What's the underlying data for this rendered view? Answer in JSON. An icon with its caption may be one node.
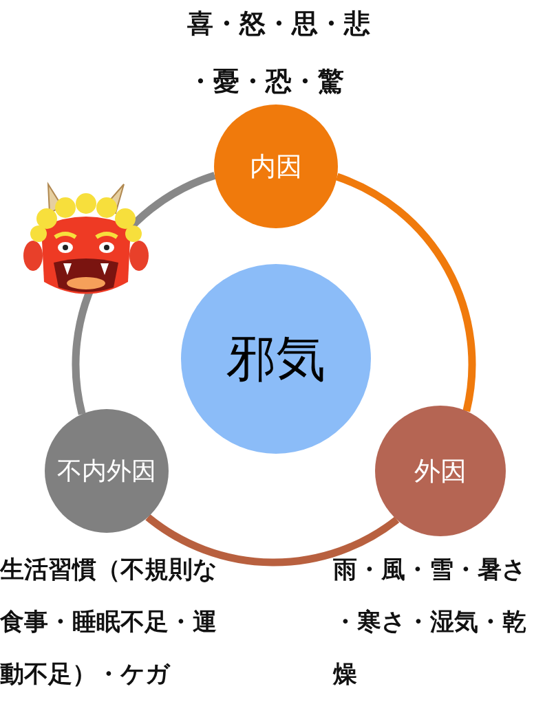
{
  "diagram": {
    "nodes": [
      {
        "text": [
          "内因"
        ],
        "beside": [
          "喜・怒・思・悲・憂・恐・驚"
        ]
      },
      {
        "text": [
          "邪気"
        ]
      },
      {
        "text": [
          "不内外因"
        ],
        "beside": [
          "生活習慣（不規則な食事・睡眠不足・運動不足）・ケガ"
        ]
      },
      {
        "text": [
          "外因"
        ],
        "beside": [
          "雨・風・雪・暑さ・寒さ・湿気・乾燥"
        ]
      }
    ],
    "edges": [
      {
        "from": 0,
        "to": 3,
        "arrow": "none",
        "color": "#f07a0c"
      },
      {
        "from": 3,
        "to": 2,
        "arrow": "none",
        "color": "#b8603f"
      },
      {
        "from": 2,
        "to": 0,
        "arrow": "none",
        "color": "#888888"
      }
    ]
  }
}
